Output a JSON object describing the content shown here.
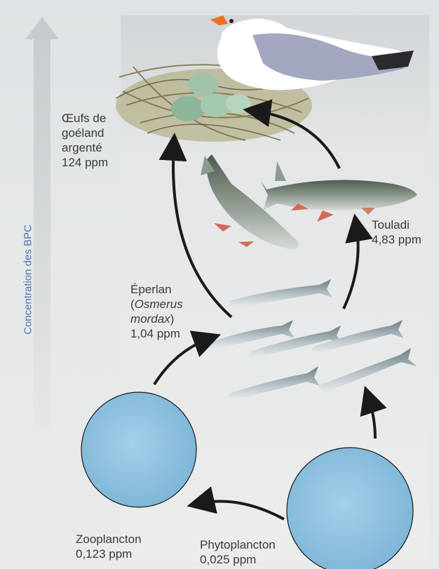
{
  "axis_label": "Concentration des BPC",
  "organisms": {
    "gull_eggs": {
      "line1": "Œufs de",
      "line2": "goéland",
      "line3": "argenté",
      "value": "124 ppm"
    },
    "touladi": {
      "name": "Touladi",
      "value": "4,83 ppm"
    },
    "eperlan": {
      "name": "Éperlan",
      "latin1": "Osmerus",
      "latin2": "mordax",
      "value": "1,04 ppm"
    },
    "zooplancton": {
      "name": "Zooplancton",
      "value": "0,123 ppm"
    },
    "phytoplancton": {
      "name": "Phytoplancton",
      "value": "0,025 ppm"
    }
  },
  "colors": {
    "axis_label": "#4b74b3",
    "plankton_fill": "#8cc0df",
    "arrow": "#1a1a1a"
  }
}
